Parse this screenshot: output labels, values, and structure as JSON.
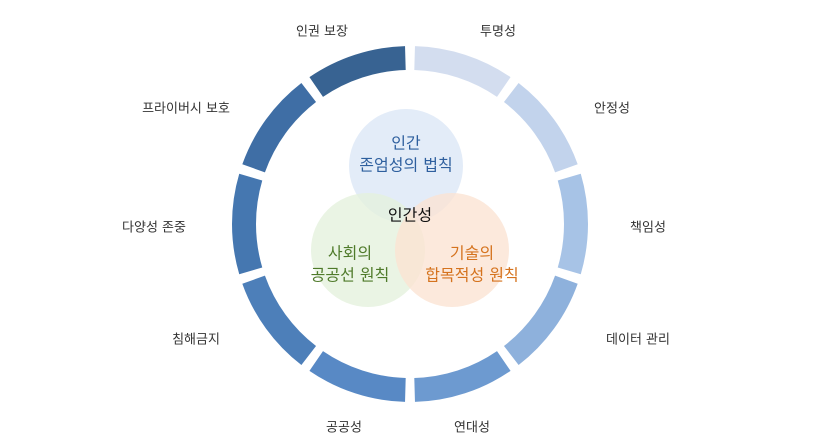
{
  "diagram": {
    "center_label": "인간성",
    "circles": [
      {
        "key": "human",
        "lines": [
          "인간",
          "존엄성의 법칙"
        ],
        "fill": "#dbe7f6",
        "text_color": "#2e5f9e"
      },
      {
        "key": "society",
        "lines": [
          "사회의",
          "공공선 원칙"
        ],
        "fill": "#e4f1dc",
        "text_color": "#4f7a2a"
      },
      {
        "key": "technology",
        "lines": [
          "기술의",
          "합목적성 원칙"
        ],
        "fill": "#fbe3d2",
        "text_color": "#d5731e"
      }
    ],
    "segments": [
      {
        "label": "투명성",
        "color": "#d3ddef"
      },
      {
        "label": "안정성",
        "color": "#c2d3ec"
      },
      {
        "label": "책임성",
        "color": "#a7c3e6"
      },
      {
        "label": "데이터 관리",
        "color": "#8eb1dc"
      },
      {
        "label": "연대성",
        "color": "#6d9ad0"
      },
      {
        "label": "공공성",
        "color": "#5889c5"
      },
      {
        "label": "침해금지",
        "color": "#4d7fb9"
      },
      {
        "label": "다양성 존중",
        "color": "#4577b0"
      },
      {
        "label": "프라이버시 보호",
        "color": "#3f6ea5"
      },
      {
        "label": "인권 보장",
        "color": "#386392"
      }
    ]
  }
}
